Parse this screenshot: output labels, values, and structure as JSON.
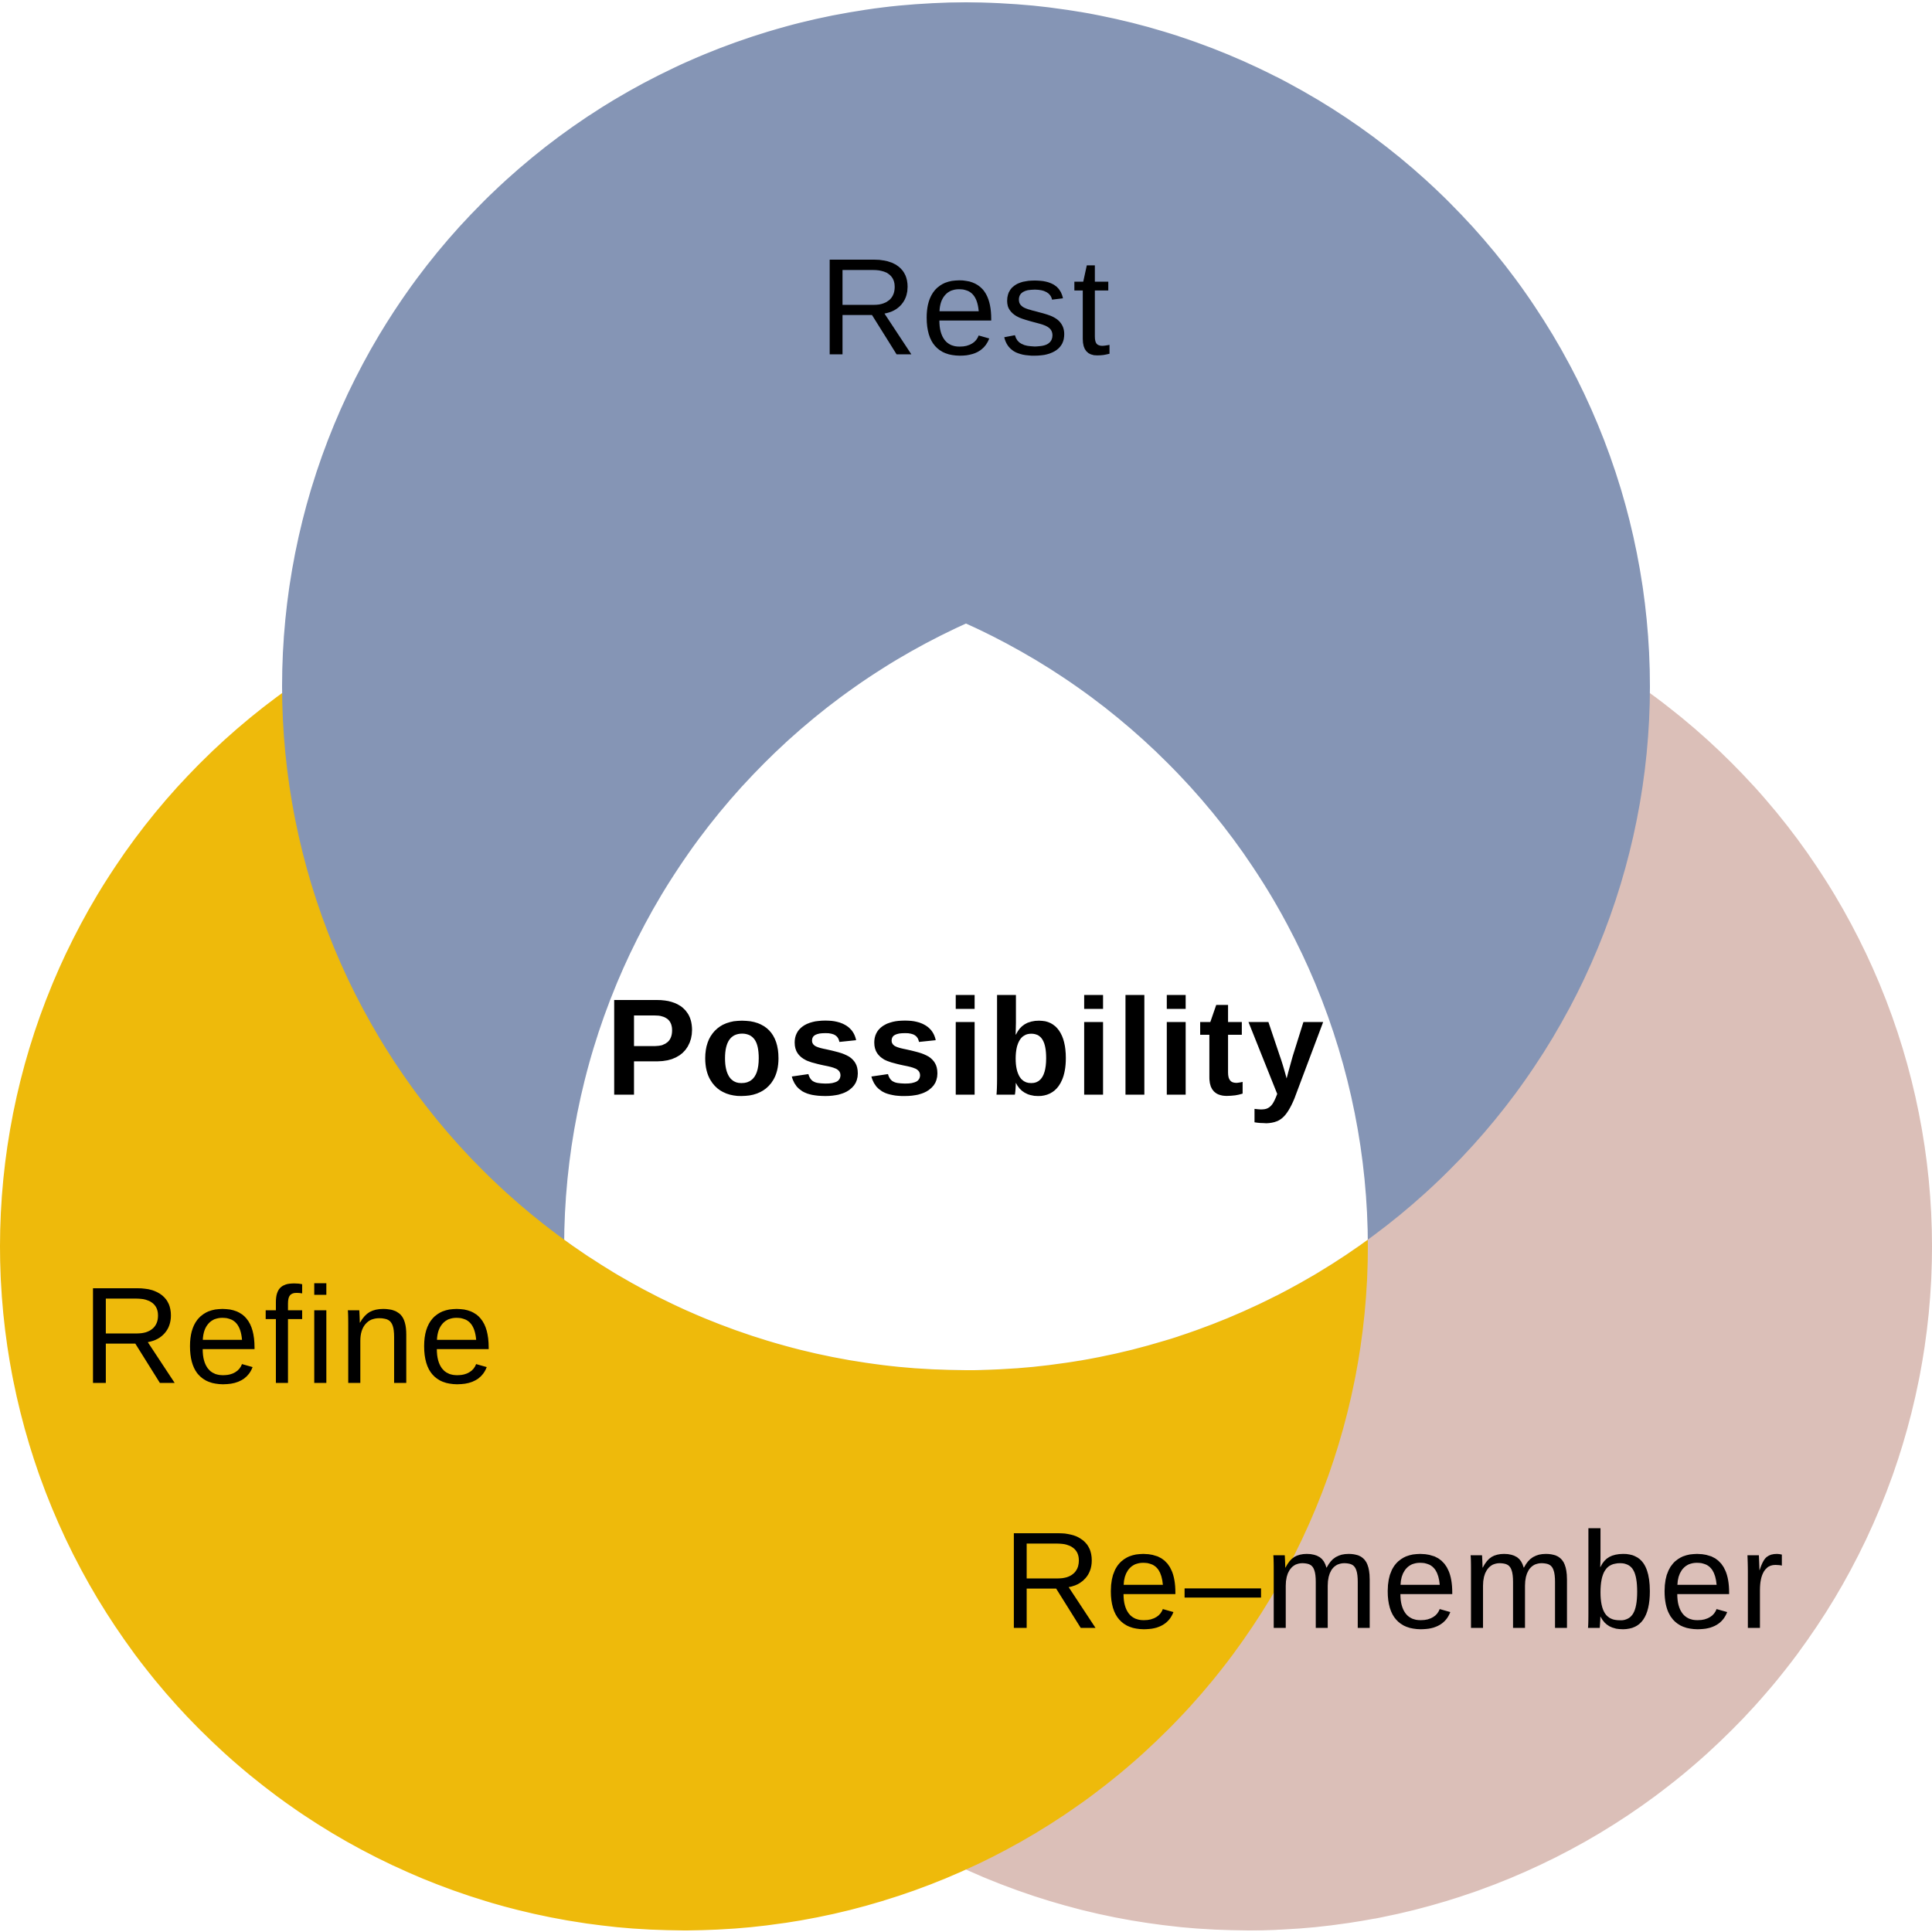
{
  "diagram": {
    "type": "venn",
    "sets": [
      {
        "id": "rest",
        "label": "Rest",
        "color": "#8595b5"
      },
      {
        "id": "refine",
        "label": "Refine",
        "color": "#eeba0b"
      },
      {
        "id": "remember",
        "label": "Re–member",
        "color": "#dbbfb8"
      }
    ],
    "center": {
      "label": "Possibility",
      "color": "#ffffff"
    }
  }
}
